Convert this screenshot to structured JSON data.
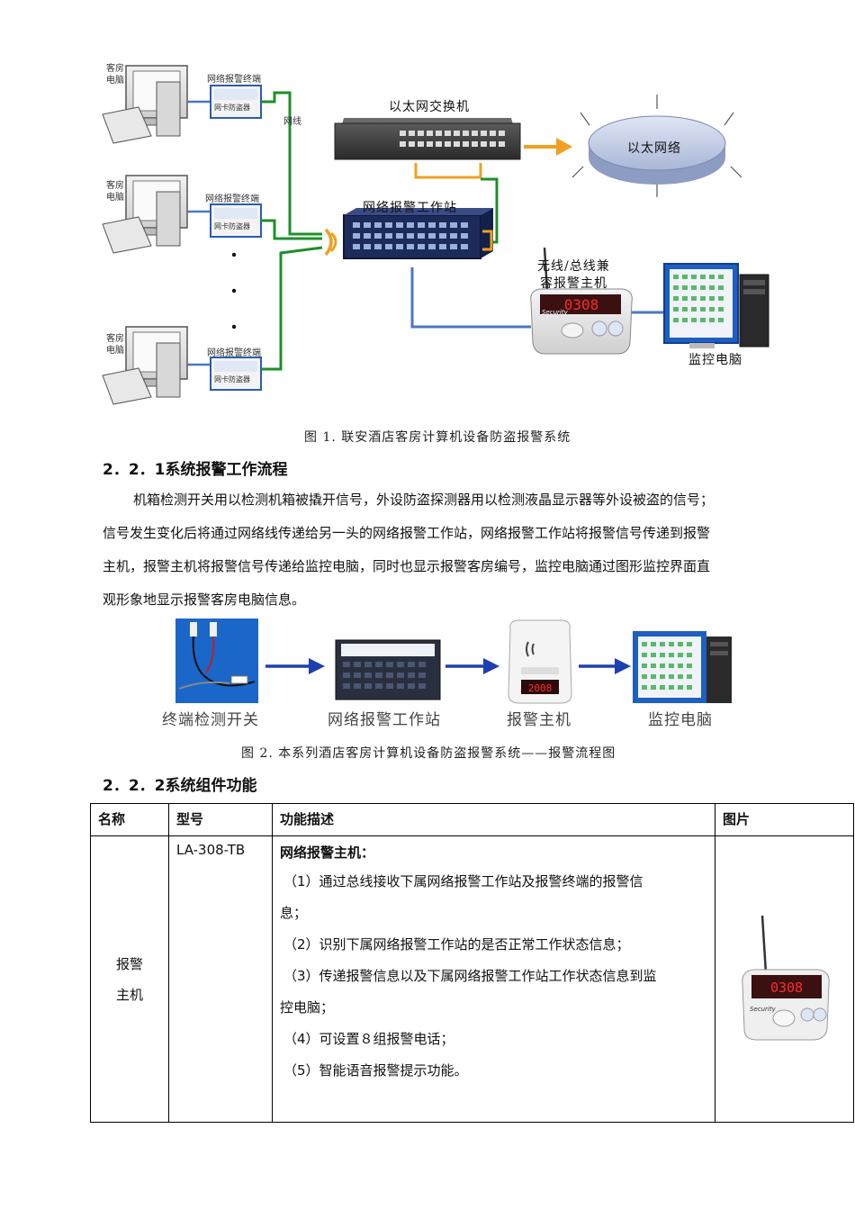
{
  "figure1": {
    "guest_pc_label": "客房电脑",
    "terminal_label": "网络报警终端",
    "terminal_device_text": "网卡防盗器",
    "cable_label": "网线",
    "switch_label": "以太网交换机",
    "network_label": "以太网络",
    "workstation_label": "网络报警工作站",
    "host_label_line1": "无线/总线兼",
    "host_label_line2": "容报警主机",
    "host_display": "0308",
    "host_brand": "Security",
    "monitor_label": "监控电脑",
    "caption": "图 1.  联安酒店客房计算机设备防盗报警系统"
  },
  "section1": {
    "heading": "2．2．1系统报警工作流程",
    "paragraph_lines": [
      "机箱检测开关用以检测机箱被撬开信号，外设防盗探测器用以检测液晶显示器等外设被盗的信号；",
      "信号发生变化后将通过网络线传递给另一头的网络报警工作站，网络报警工作站将报警信号传递到报警",
      "主机，报警主机将报警信号传递给监控电脑，同时也显示报警客房编号，监控电脑通过图形监控界面直",
      "观形象地显示报警客房电脑信息。"
    ]
  },
  "figure2": {
    "steps": [
      "终端检测开关",
      "网络报警工作站",
      "报警主机",
      "监控电脑"
    ],
    "host_display": "2008",
    "caption": "图 2.  本系列酒店客房计算机设备防盗报警系统——报警流程图"
  },
  "section2": {
    "heading": "2．2．2系统组件功能",
    "table": {
      "headers": [
        "名称",
        "型号",
        "功能描述",
        "图片"
      ],
      "row": {
        "name_line1": "报警",
        "name_line2": "主机",
        "model": "LA-308-TB",
        "func_title": "网络报警主机：",
        "func_items": [
          "（1）通过总线接收下属网络报警工作站及报警终端的报警信",
          "息；",
          "（2）识别下属网络报警工作站的是否正常工作状态信息；",
          "（3）传递报警信息以及下属网络报警工作站工作状态信息到监",
          "控电脑；",
          "（4）可设置８组报警电话；",
          "（5）智能语音报警提示功能。"
        ],
        "photo_display": "0308",
        "photo_brand": "Security"
      }
    }
  },
  "colors": {
    "cable_green": "#1f8f2a",
    "cable_blue": "#4a78c0",
    "arrow_orange": "#f0a020",
    "flow_arrow_blue": "#1f3fb0"
  }
}
